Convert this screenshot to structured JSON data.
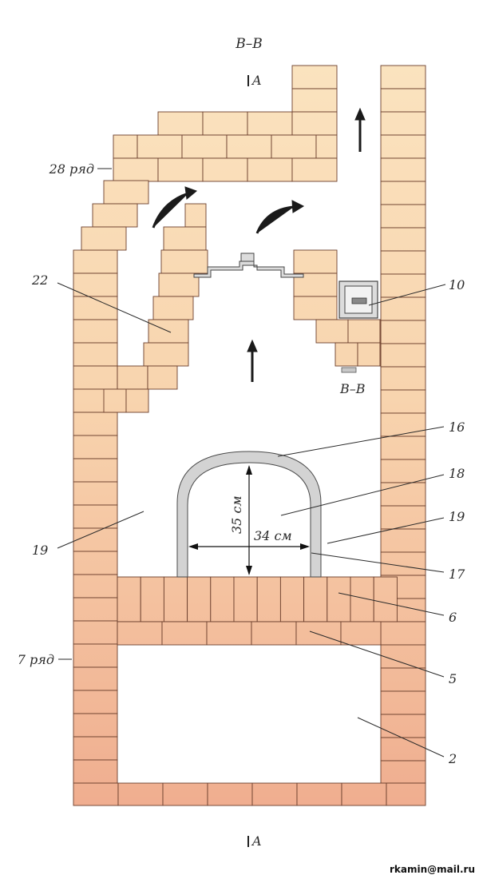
{
  "title": "B–B",
  "section_marks": {
    "top": "A",
    "bottom": "A"
  },
  "row_labels": {
    "row28": "28 ряд",
    "row7": "7 ряд"
  },
  "callouts": [
    "22",
    "10",
    "16",
    "18",
    "19",
    "19",
    "17",
    "6",
    "5",
    "2"
  ],
  "section_label_inner": "B–B",
  "dimensions": {
    "height": "35 см",
    "width": "34 см"
  },
  "footer_email": "rkamin@mail.ru",
  "colors": {
    "brick_light": "#fbe6c2",
    "brick_dark": "#eeaa8a",
    "mortar": "#6b3e2c",
    "arch": "#d3d3d3"
  }
}
